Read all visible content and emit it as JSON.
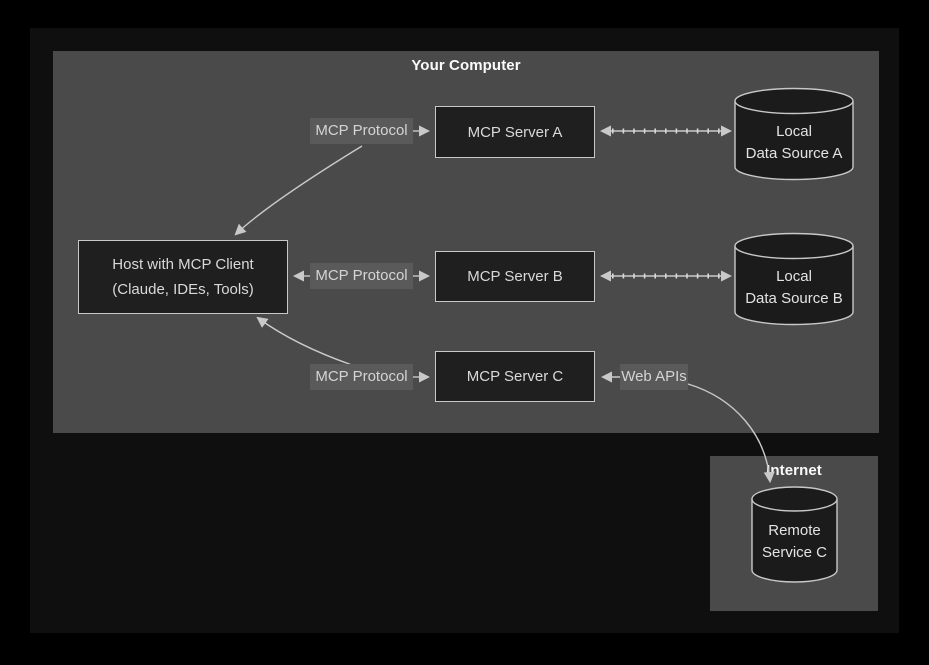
{
  "diagram": {
    "regions": {
      "your_computer": "Your Computer",
      "internet": "Internet"
    },
    "host": {
      "line1": "Host with MCP Client",
      "line2": "(Claude, IDEs, Tools)"
    },
    "servers": [
      {
        "label": "MCP Server A"
      },
      {
        "label": "MCP Server B"
      },
      {
        "label": "MCP Server C"
      }
    ],
    "edge_labels": {
      "protocol_a": "MCP Protocol",
      "protocol_b": "MCP Protocol",
      "protocol_c": "MCP Protocol",
      "web_apis": "Web APIs"
    },
    "datasources": [
      {
        "line1": "Local",
        "line2": "Data Source A"
      },
      {
        "line1": "Local",
        "line2": "Data Source B"
      }
    ],
    "remote_service": {
      "line1": "Remote",
      "line2": "Service C"
    },
    "colors": {
      "background": "#000000",
      "panel": "#0f0f10",
      "region_fill": "#4a4a4a",
      "node_fill": "#1e1f1e",
      "node_border": "#c8c8c8",
      "chip_fill": "#5a5a5a",
      "line": "#c9c9c9",
      "title_text": "#fafafa",
      "node_text": "#d9d9d9"
    }
  }
}
